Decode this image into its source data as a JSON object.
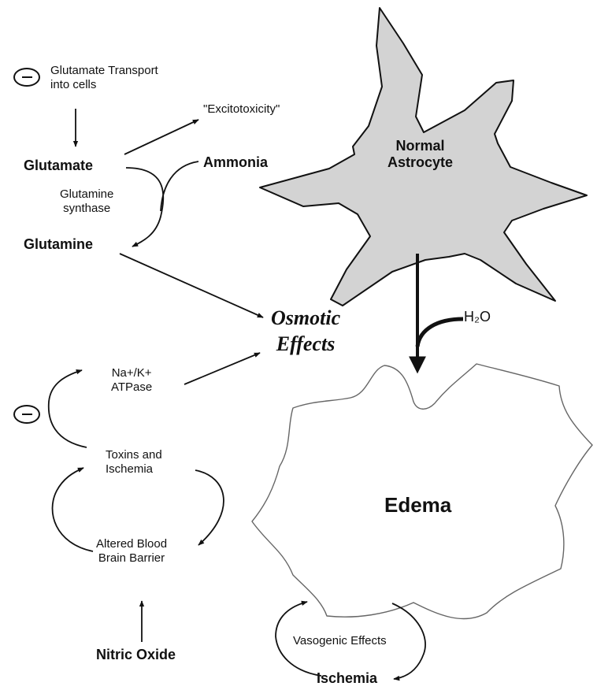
{
  "labels": {
    "transport_line1": "Glutamate Transport",
    "transport_line2": "into cells",
    "excitotoxicity": "\"Excitotoxicity\"",
    "glutamate": "Glutamate",
    "ammonia": "Ammonia",
    "synthase_line1": "Glutamine",
    "synthase_line2": "synthase",
    "glutamine": "Glutamine",
    "normal_astrocyte_line1": "Normal",
    "normal_astrocyte_line2": "Astrocyte",
    "water": "H₂O",
    "osmotic_line1": "Osmotic",
    "osmotic_line2": "Effects",
    "atpase_line1": "Na+/K+",
    "atpase_line2": "ATPase",
    "toxins_line1": "Toxins and",
    "toxins_line2": "Ischemia",
    "bbb_line1": "Altered Blood",
    "bbb_line2": "Brain Barrier",
    "nitric_oxide": "Nitric Oxide",
    "edema": "Edema",
    "vasogenic": "Vasogenic Effects",
    "ischemia": "Ischemia"
  },
  "colors": {
    "astrocyte_fill": "#d3d3d3",
    "stroke": "#111111"
  },
  "icons": {
    "inhibit_symbol": "minus-in-ellipse"
  }
}
